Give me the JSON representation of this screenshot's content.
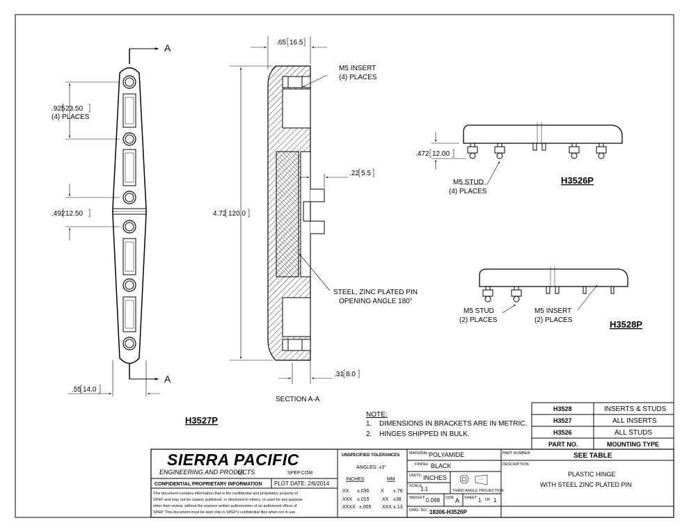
{
  "views": {
    "a_label_top": "A",
    "a_label_bottom": "A",
    "dim_pitch": ".925",
    "dim_pitch_mm": "23.50",
    "dim_pitch_note": "(4) PLACES",
    "dim_center": ".492",
    "dim_center_mm": "12.50",
    "dim_width": ".55",
    "dim_width_mm": "14.0",
    "dim_top": ".65",
    "dim_top_mm": "16.5",
    "dim_length": "4.72",
    "dim_length_mm": "120.0",
    "dim_pin": ".22",
    "dim_pin_mm": "5.5",
    "dim_bottom": ".31",
    "dim_bottom_mm": "8.0",
    "dim_height": ".472",
    "dim_height_mm": "12.00",
    "callout_insert_1": "M5 INSERT",
    "callout_insert_1b": "(4) PLACES",
    "callout_pin_1": "STEEL, ZINC PLATED PIN",
    "callout_pin_2": "OPENING ANGLE 180°",
    "callout_stud_1": "M5 STUD",
    "callout_stud_1b": "(4) PLACES",
    "callout_stud_2": "M5 STUD",
    "callout_stud_2b": "(2) PLACES",
    "callout_insert_2": "M5 INSERT",
    "callout_insert_2b": "(2) PLACES",
    "section_label": "SECTION A-A",
    "part_h3527": "H3527P",
    "part_h3526": "H3526P",
    "part_h3528": "H3528P"
  },
  "notes": {
    "title": "NOTE:",
    "items": [
      {
        "num": "1.",
        "text": "DIMENSIONS IN BRACKETS ARE IN METRIC."
      },
      {
        "num": "2.",
        "text": "HINGES SHIPPED IN BULK."
      }
    ]
  },
  "part_table": {
    "rows": [
      {
        "part": "H3528",
        "type": "INSERTS & STUDS"
      },
      {
        "part": "H3527",
        "type": "ALL INSERTS"
      },
      {
        "part": "H3526",
        "type": "ALL STUDS"
      }
    ],
    "header_part": "PART NO.",
    "header_type": "MOUNTING TYPE"
  },
  "title_block": {
    "company": "SIERRA PACIFIC",
    "company_sub": "ENGINEERING AND PRODUCTS",
    "reg_mark": "®",
    "website": "SPEP.COM",
    "confidential_title": "CONFIDENTIAL PROPRIETARY INFORMATION",
    "plot_date_label": "PLOT DATE:",
    "plot_date": "2/6/2014",
    "confidential_text": [
      "This document contains information that is the confidential and proprietary property of",
      "SPEP and may not be copied, published, or disclosed to others, or used for any purpose",
      "other than review, without the express written authorization of an authorized officer of",
      "SPEP. This document must be kept only in SPEP's confidential files when not in use."
    ],
    "tol_title": "UNSPECIFIED TOLERANCES",
    "tol_angles": "ANGLES: ±3°",
    "tol_inches_head": "INCHES",
    "tol_mm_head": "MM",
    "tol_rows": [
      {
        "in_a": ".XX",
        "in_b": "±.030",
        "mm_a": "X",
        "mm_b": "±.76"
      },
      {
        "in_a": ".XXX",
        "in_b": "±.015",
        "mm_a": ".XX",
        "mm_b": "±38"
      },
      {
        "in_a": ".XXXX",
        "in_b": "±.005",
        "mm_a": ".XXX",
        "mm_b": "±.13"
      }
    ],
    "material_label": "MATERIAL:",
    "material": "POLYAMIDE",
    "finish_label": "FINISH:",
    "finish": "BLACK",
    "units_label": "UNITS:",
    "units": "INCHES",
    "scale_label": "SCALE:",
    "scale": "1:1",
    "projection": "THIRD ANGLE PROJECTION",
    "weight_label": "WEIGHT:",
    "weight": "0.098",
    "size_label": "SIZE",
    "size": "A",
    "sheet_label": "SHEET",
    "sheet": "1",
    "of_label": "OF",
    "sheet_total": "1",
    "dwg_label": "DWG. NO.",
    "dwg_no": "18306-H3526P",
    "part_number_label": "PART NUMBER:",
    "part_number": "SEE TABLE",
    "description_label": "DESCRIPTION:",
    "description_1": "PLASTIC HINGE",
    "description_2": "WITH STEEL ZINC PLATED PIN"
  }
}
